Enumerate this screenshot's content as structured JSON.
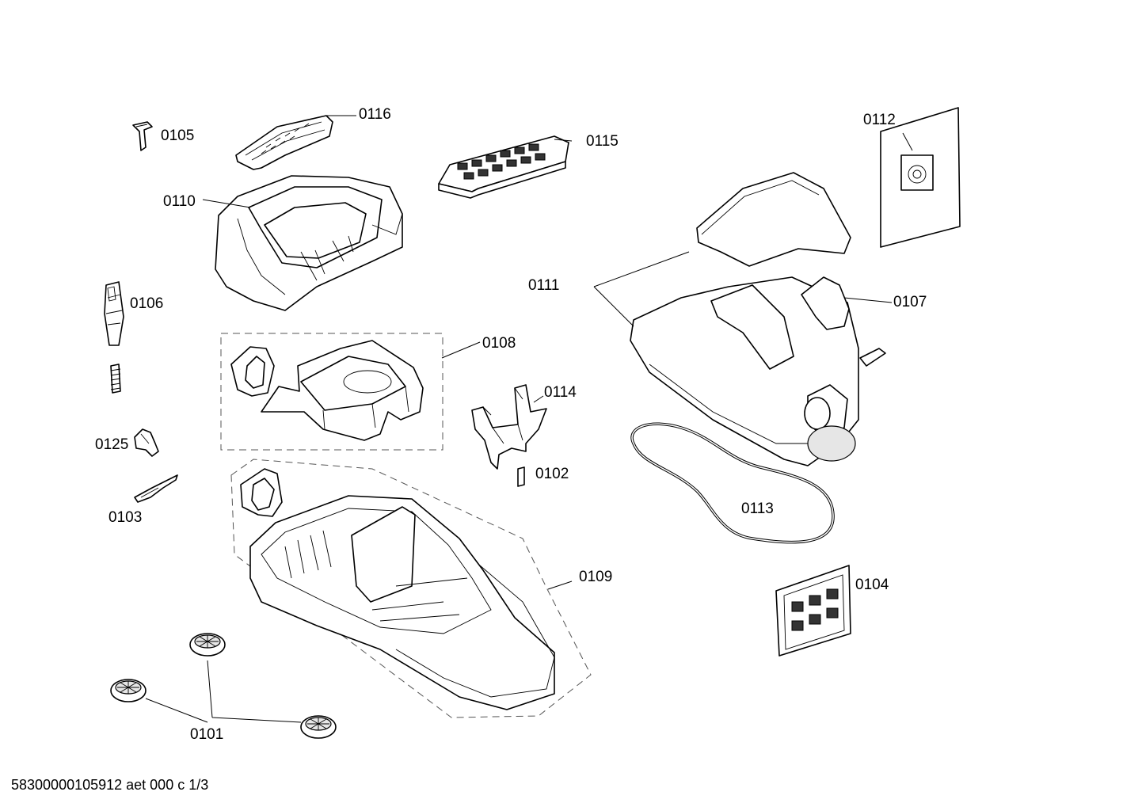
{
  "parts": [
    {
      "id": "p0101",
      "label": "0101"
    },
    {
      "id": "p0102",
      "label": "0102"
    },
    {
      "id": "p0103",
      "label": "0103"
    },
    {
      "id": "p0104",
      "label": "0104"
    },
    {
      "id": "p0105",
      "label": "0105"
    },
    {
      "id": "p0106",
      "label": "0106"
    },
    {
      "id": "p0107",
      "label": "0107"
    },
    {
      "id": "p0108",
      "label": "0108"
    },
    {
      "id": "p0109",
      "label": "0109"
    },
    {
      "id": "p0110",
      "label": "0110"
    },
    {
      "id": "p0111",
      "label": "0111"
    },
    {
      "id": "p0112",
      "label": "0112"
    },
    {
      "id": "p0113",
      "label": "0113"
    },
    {
      "id": "p0114",
      "label": "0114"
    },
    {
      "id": "p0115",
      "label": "0115"
    },
    {
      "id": "p0116",
      "label": "0116"
    },
    {
      "id": "p0125",
      "label": "0125"
    }
  ],
  "footer": {
    "text": "58300000105912 aet 000 c 1/3"
  }
}
